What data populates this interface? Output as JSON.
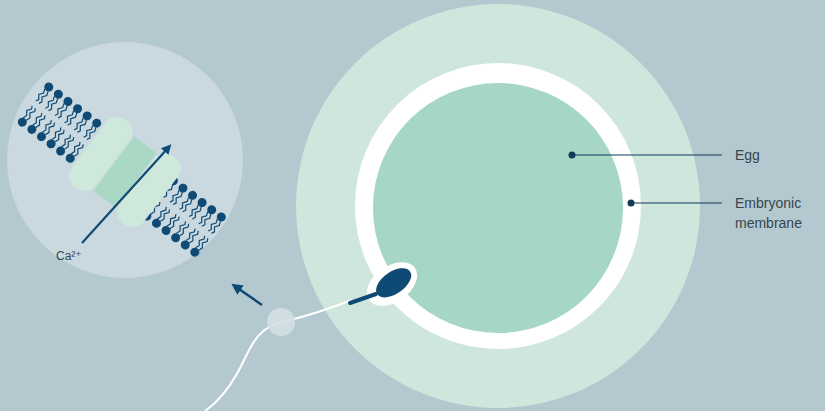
{
  "diagram": {
    "labels": [
      "Egg",
      "Embryonic membrane",
      "Ca²⁺"
    ]
  }
}
